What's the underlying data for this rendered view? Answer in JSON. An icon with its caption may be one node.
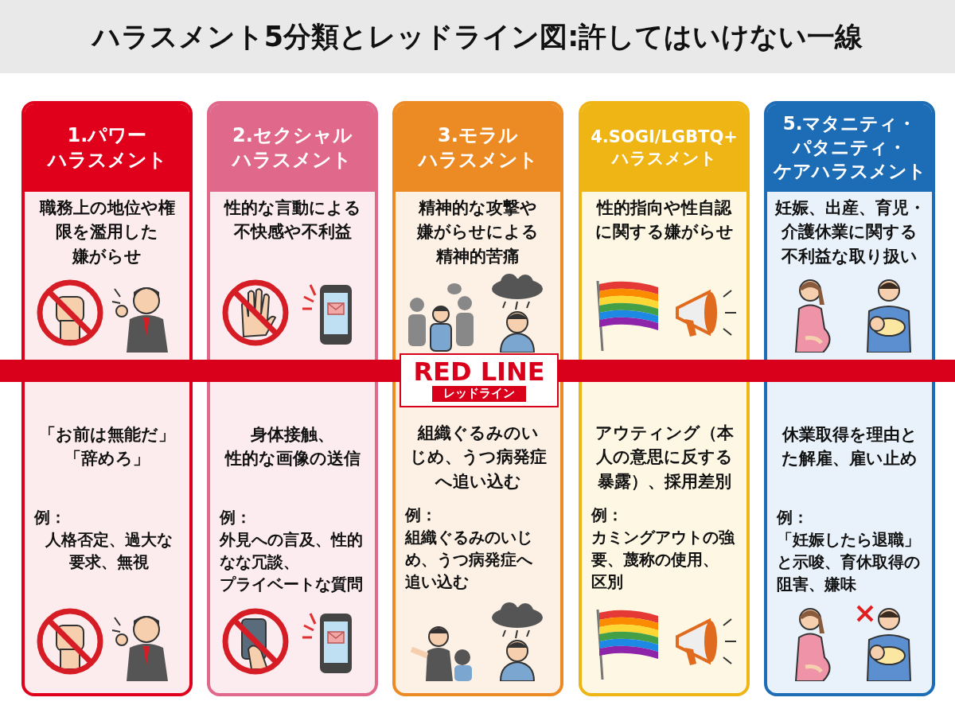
{
  "diagram": {
    "title": "ハラスメント5分類とレッドライン図:許してはいけない一線",
    "nodes": [
      {
        "text": [
          "1.パワーハラスメント",
          "職務上の地位や権限を濫用した嫌がらせ",
          "「お前は無能だ」「辞めろ」",
          "例：",
          "人格否定、過大な要求、無視"
        ]
      },
      {
        "text": [
          "2.セクシャルハラスメント",
          "性的な言動による不快感や不利益",
          "身体接触、性的な画像の送信",
          "例：",
          "外見への言及、性的なな冗談、プライベートな質問"
        ]
      },
      {
        "text": [
          "3.モラルハラスメント",
          "精神的な攻撃や嫌がらせによる精神的苦痛",
          "組織ぐるみのいじめ、うつ病発症へ追い込む",
          "例：",
          "組織ぐるみのいじめ、うつ病発症へ追い込む"
        ]
      },
      {
        "text": [
          "4.SOGI/LGBTQ+ハラスメント",
          "性的指向や性自認に関する嫌がらせ",
          "アウティング（本人の意思に反する暴露）、採用差別",
          "例：",
          "カミングアウトの強要、蔑称の使用、区別"
        ]
      },
      {
        "text": [
          "5.マタニティ・パタニティ・ケアハラスメント",
          "妊娠、出産、育児・介護休業に関する不利益な取り扱い",
          "休業取得を理由とた解雇、雇い止め",
          "例：",
          "「妊娠したら退職」と示唆、育休取得の阻害、嫌味"
        ]
      },
      {
        "text": [
          "RED LINE",
          "レッドライン"
        ],
        "in": 2
      }
    ]
  }
}
